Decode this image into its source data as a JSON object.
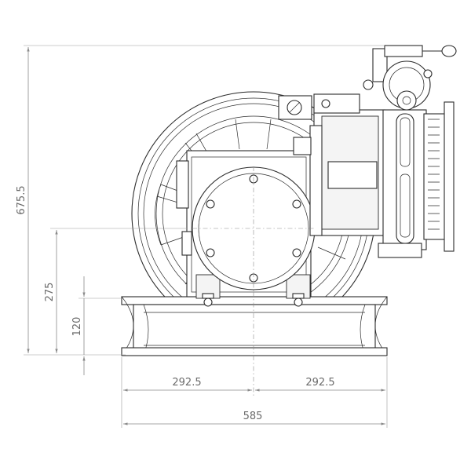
{
  "dimensions": {
    "overall_height": "675.5",
    "axis_height": "275",
    "base_height": "120",
    "half_width_left": "292.5",
    "half_width_right": "292.5",
    "overall_width": "585"
  }
}
